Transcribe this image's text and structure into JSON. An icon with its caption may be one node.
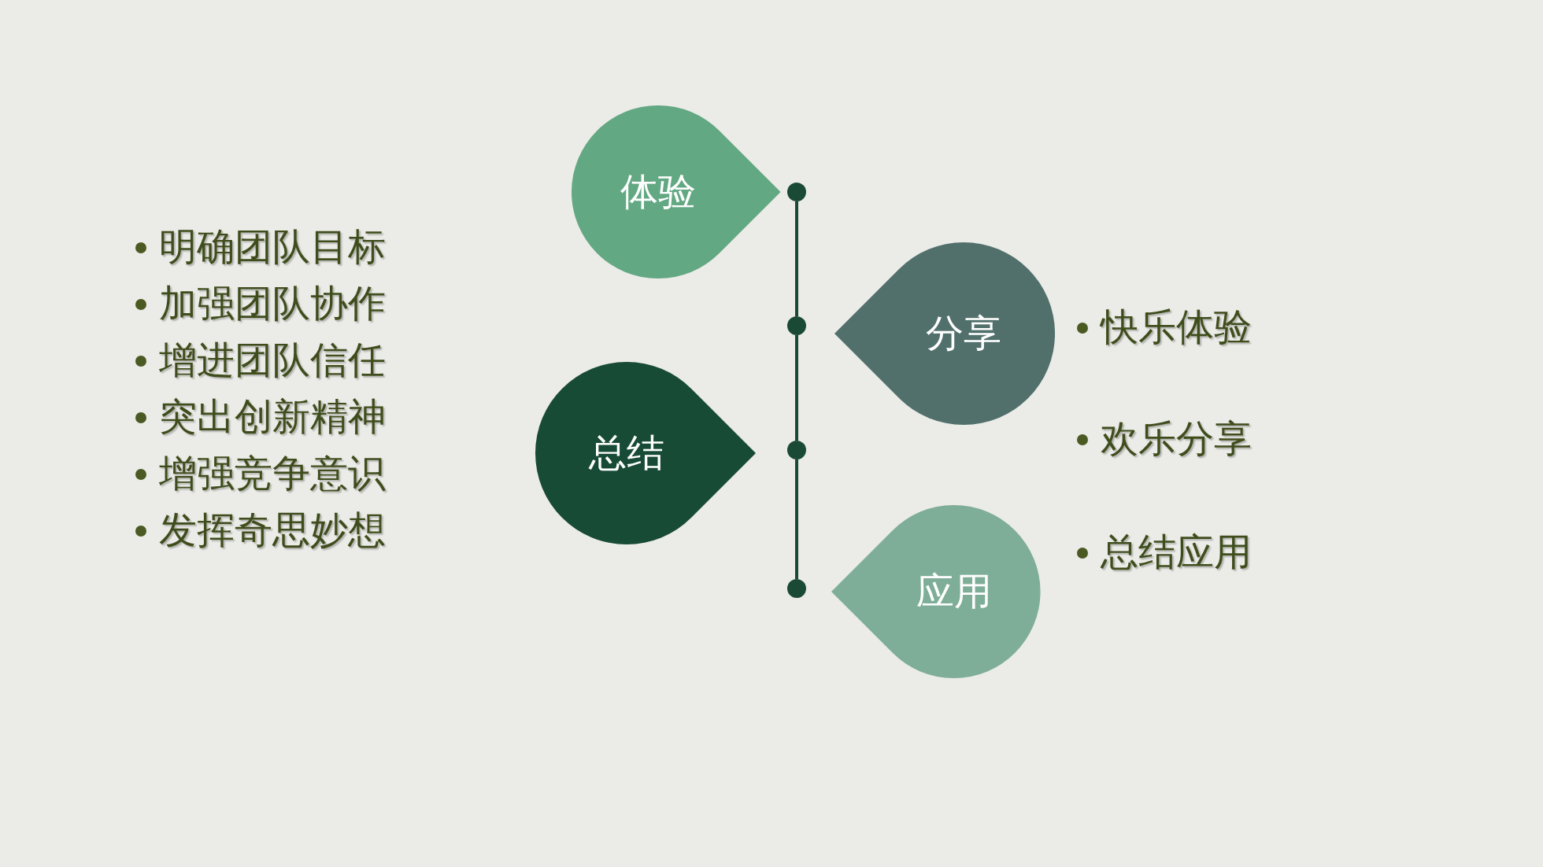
{
  "diagram": {
    "nodes": [
      {
        "text": [
          "体验"
        ]
      },
      {
        "text": [
          "分享"
        ]
      },
      {
        "text": [
          "总结"
        ]
      },
      {
        "text": [
          "应用"
        ]
      },
      {
        "text": [],
        "shape": "circle"
      },
      {
        "text": [],
        "shape": "circle"
      },
      {
        "text": [],
        "shape": "circle"
      },
      {
        "text": [],
        "shape": "circle"
      }
    ],
    "edges": [
      {
        "from": 4,
        "to": 5,
        "arrow": "none"
      },
      {
        "from": 5,
        "to": 6,
        "arrow": "none"
      },
      {
        "from": 6,
        "to": 7,
        "arrow": "none"
      }
    ],
    "labels": [
      "明确团队目标",
      "加强团队协作",
      "增进团队信任",
      "突出创新精神",
      "增强竞争意识",
      "发挥奇思妙想",
      "快乐体验",
      "欢乐分享",
      "总结应用"
    ]
  }
}
